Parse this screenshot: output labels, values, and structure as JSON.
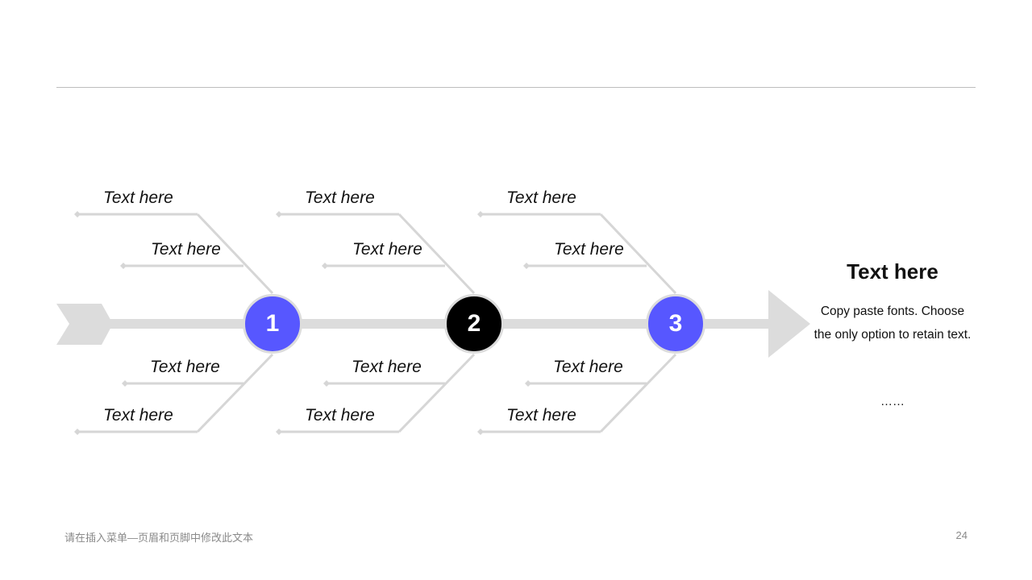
{
  "steps": [
    {
      "number": "1",
      "color": "#5757ff",
      "labels": {
        "top_outer": "Text here",
        "top_inner": "Text here",
        "bottom_inner": "Text here",
        "bottom_outer": "Text here"
      }
    },
    {
      "number": "2",
      "color": "#000000",
      "labels": {
        "top_outer": "Text here",
        "top_inner": "Text here",
        "bottom_inner": "Text here",
        "bottom_outer": "Text here"
      }
    },
    {
      "number": "3",
      "color": "#5757ff",
      "labels": {
        "top_outer": "Text here",
        "top_inner": "Text here",
        "bottom_inner": "Text here",
        "bottom_outer": "Text here"
      }
    }
  ],
  "side": {
    "title": "Text here",
    "body": "Copy paste fonts. Choose the only option to retain text.",
    "ellipsis": "……"
  },
  "footer": {
    "text": "请在插入菜单—页眉和页脚中修改此文本",
    "page_number": "24"
  },
  "colors": {
    "spine": "#dcdcdc",
    "accent": "#5757ff",
    "dark": "#000000"
  }
}
